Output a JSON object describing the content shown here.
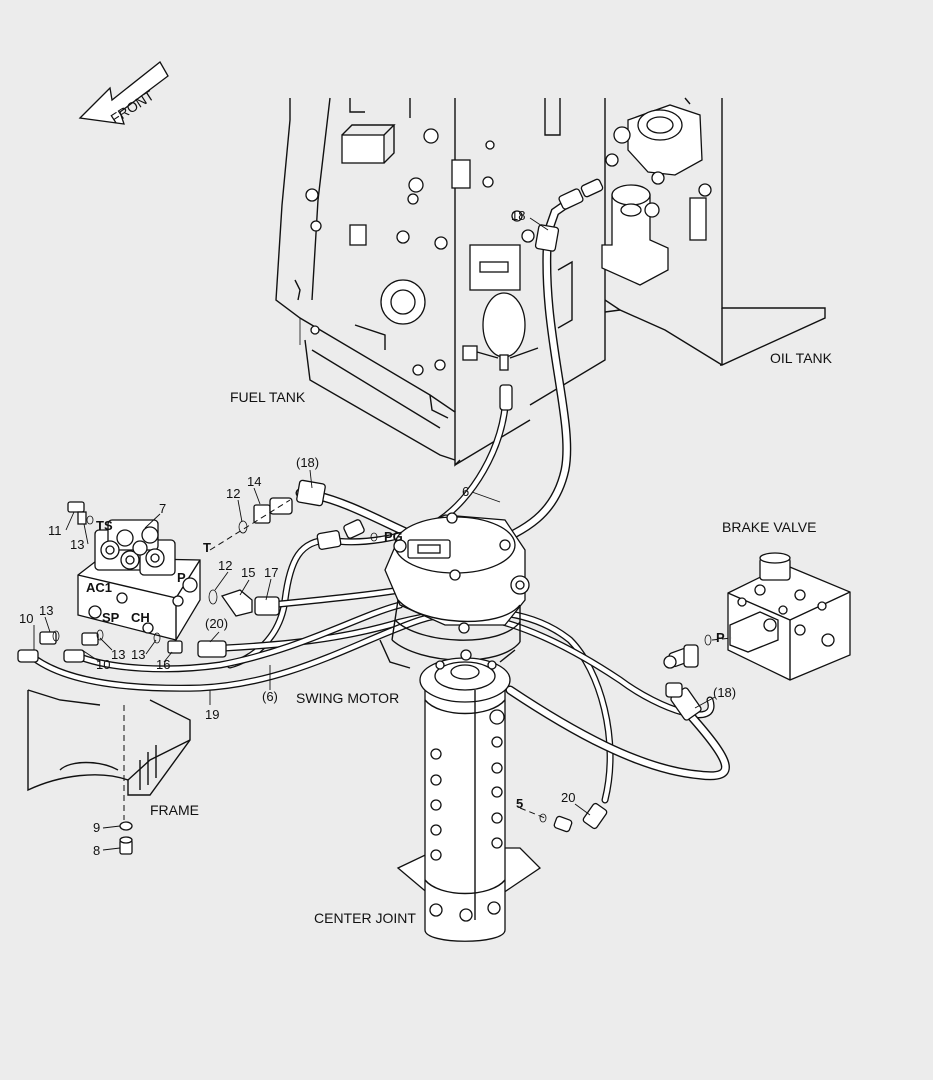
{
  "labels": {
    "front": "FRONT",
    "oil_tank": "OIL TANK",
    "fuel_tank": "FUEL TANK",
    "brake_valve": "BRAKE VALVE",
    "swing_motor": "SWING MOTOR",
    "frame": "FRAME",
    "center_joint": "CENTER JOINT"
  },
  "port_labels": {
    "ts": "TS",
    "t": "T",
    "p_block": "P",
    "ac1": "AC1",
    "sp": "SP",
    "ch": "CH",
    "pg": "PG",
    "p_brake": "P"
  },
  "callouts": {
    "n18_top": "18",
    "n18_paren_top": "(18)",
    "n6": "6",
    "n14": "14",
    "n12_a": "12",
    "n7": "7",
    "n11": "11",
    "n13_a": "13",
    "n12_b": "12",
    "n15": "15",
    "n17": "17",
    "n13_b": "13",
    "n10_a": "10",
    "n13_c": "13",
    "n10_b": "10",
    "n13_d": "13",
    "n20_paren": "(20)",
    "n16": "16",
    "n19": "19",
    "n6_paren": "(6)",
    "n18_paren_right": "(18)",
    "n20": "20",
    "n5": "5",
    "n9": "9",
    "n8": "8"
  }
}
